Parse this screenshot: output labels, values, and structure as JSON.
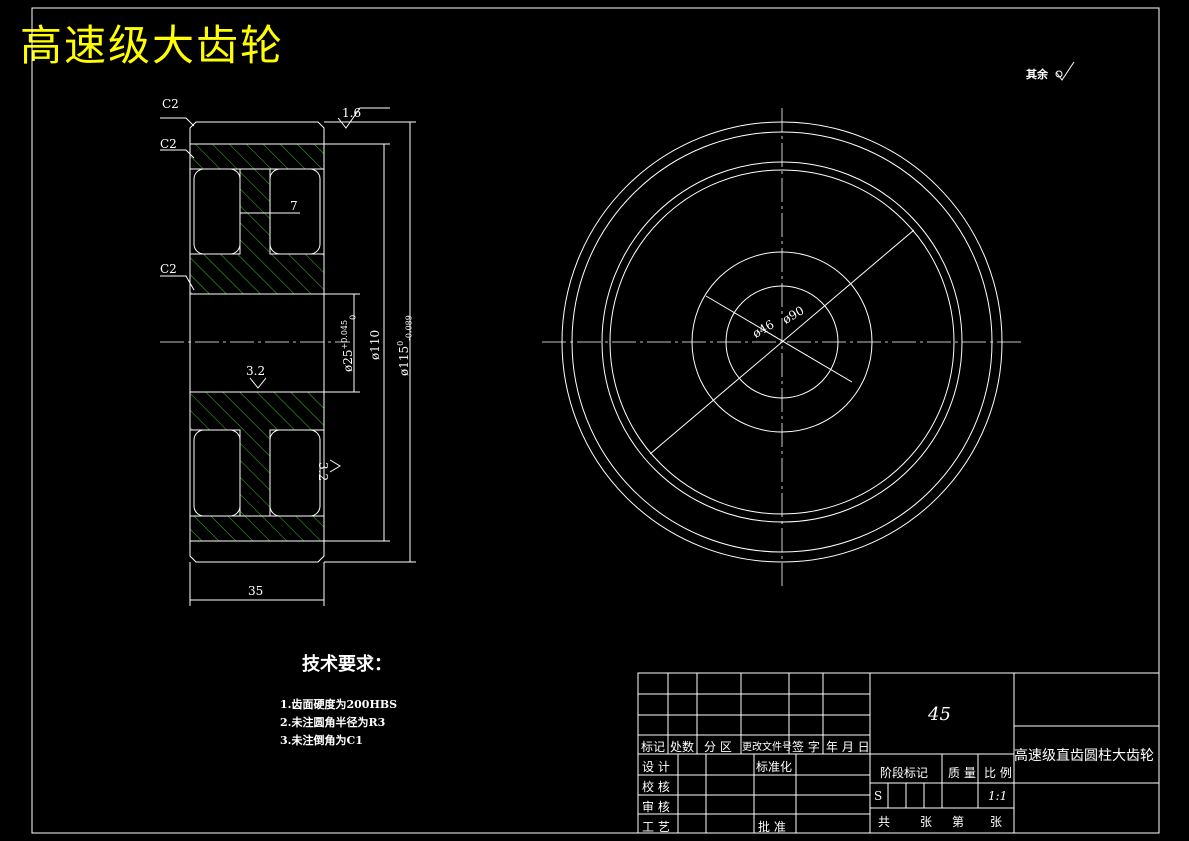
{
  "title": "高速级大齿轮",
  "other_surfaces": "其余",
  "section_view": {
    "chamfer_top": "C2",
    "chamfer_mid1": "C2",
    "chamfer_mid2": "C2",
    "roughness_top": "1.6",
    "web_thickness": "7",
    "roughness_bore": "3.2",
    "roughness_side": "3.2",
    "width": "35",
    "bore_dim": "ø25",
    "bore_tol_upper": "+0.045",
    "bore_tol_lower": "0",
    "dia_110": "ø110",
    "dia_115": "ø115",
    "dia_115_tol_upper": "0",
    "dia_115_tol_lower": "-0.089"
  },
  "front_view": {
    "dia_46": "ø46",
    "dia_90": "ø90"
  },
  "tech_requirements": {
    "heading": "技术要求：",
    "items": [
      "1.齿面硬度为200HBS",
      "2.未注圆角半径为R3",
      "3.未注倒角为C1"
    ]
  },
  "title_block": {
    "material": "45",
    "part_name": "高速级直齿圆柱大齿轮",
    "headers": [
      "标记",
      "处数",
      "分 区",
      "更改文件号",
      "签 字",
      "年 月 日"
    ],
    "rows": [
      "设 计",
      "校 核",
      "审 核",
      "工 艺"
    ],
    "standardize": "标准化",
    "approve": "批 准",
    "stage_mark": "阶段标记",
    "mass": "质 量",
    "scale_label": "比 例",
    "s_mark": "S",
    "scale": "1:1",
    "total": "共",
    "sheets": "张",
    "sheet_no": "第",
    "sheets2": "张"
  }
}
